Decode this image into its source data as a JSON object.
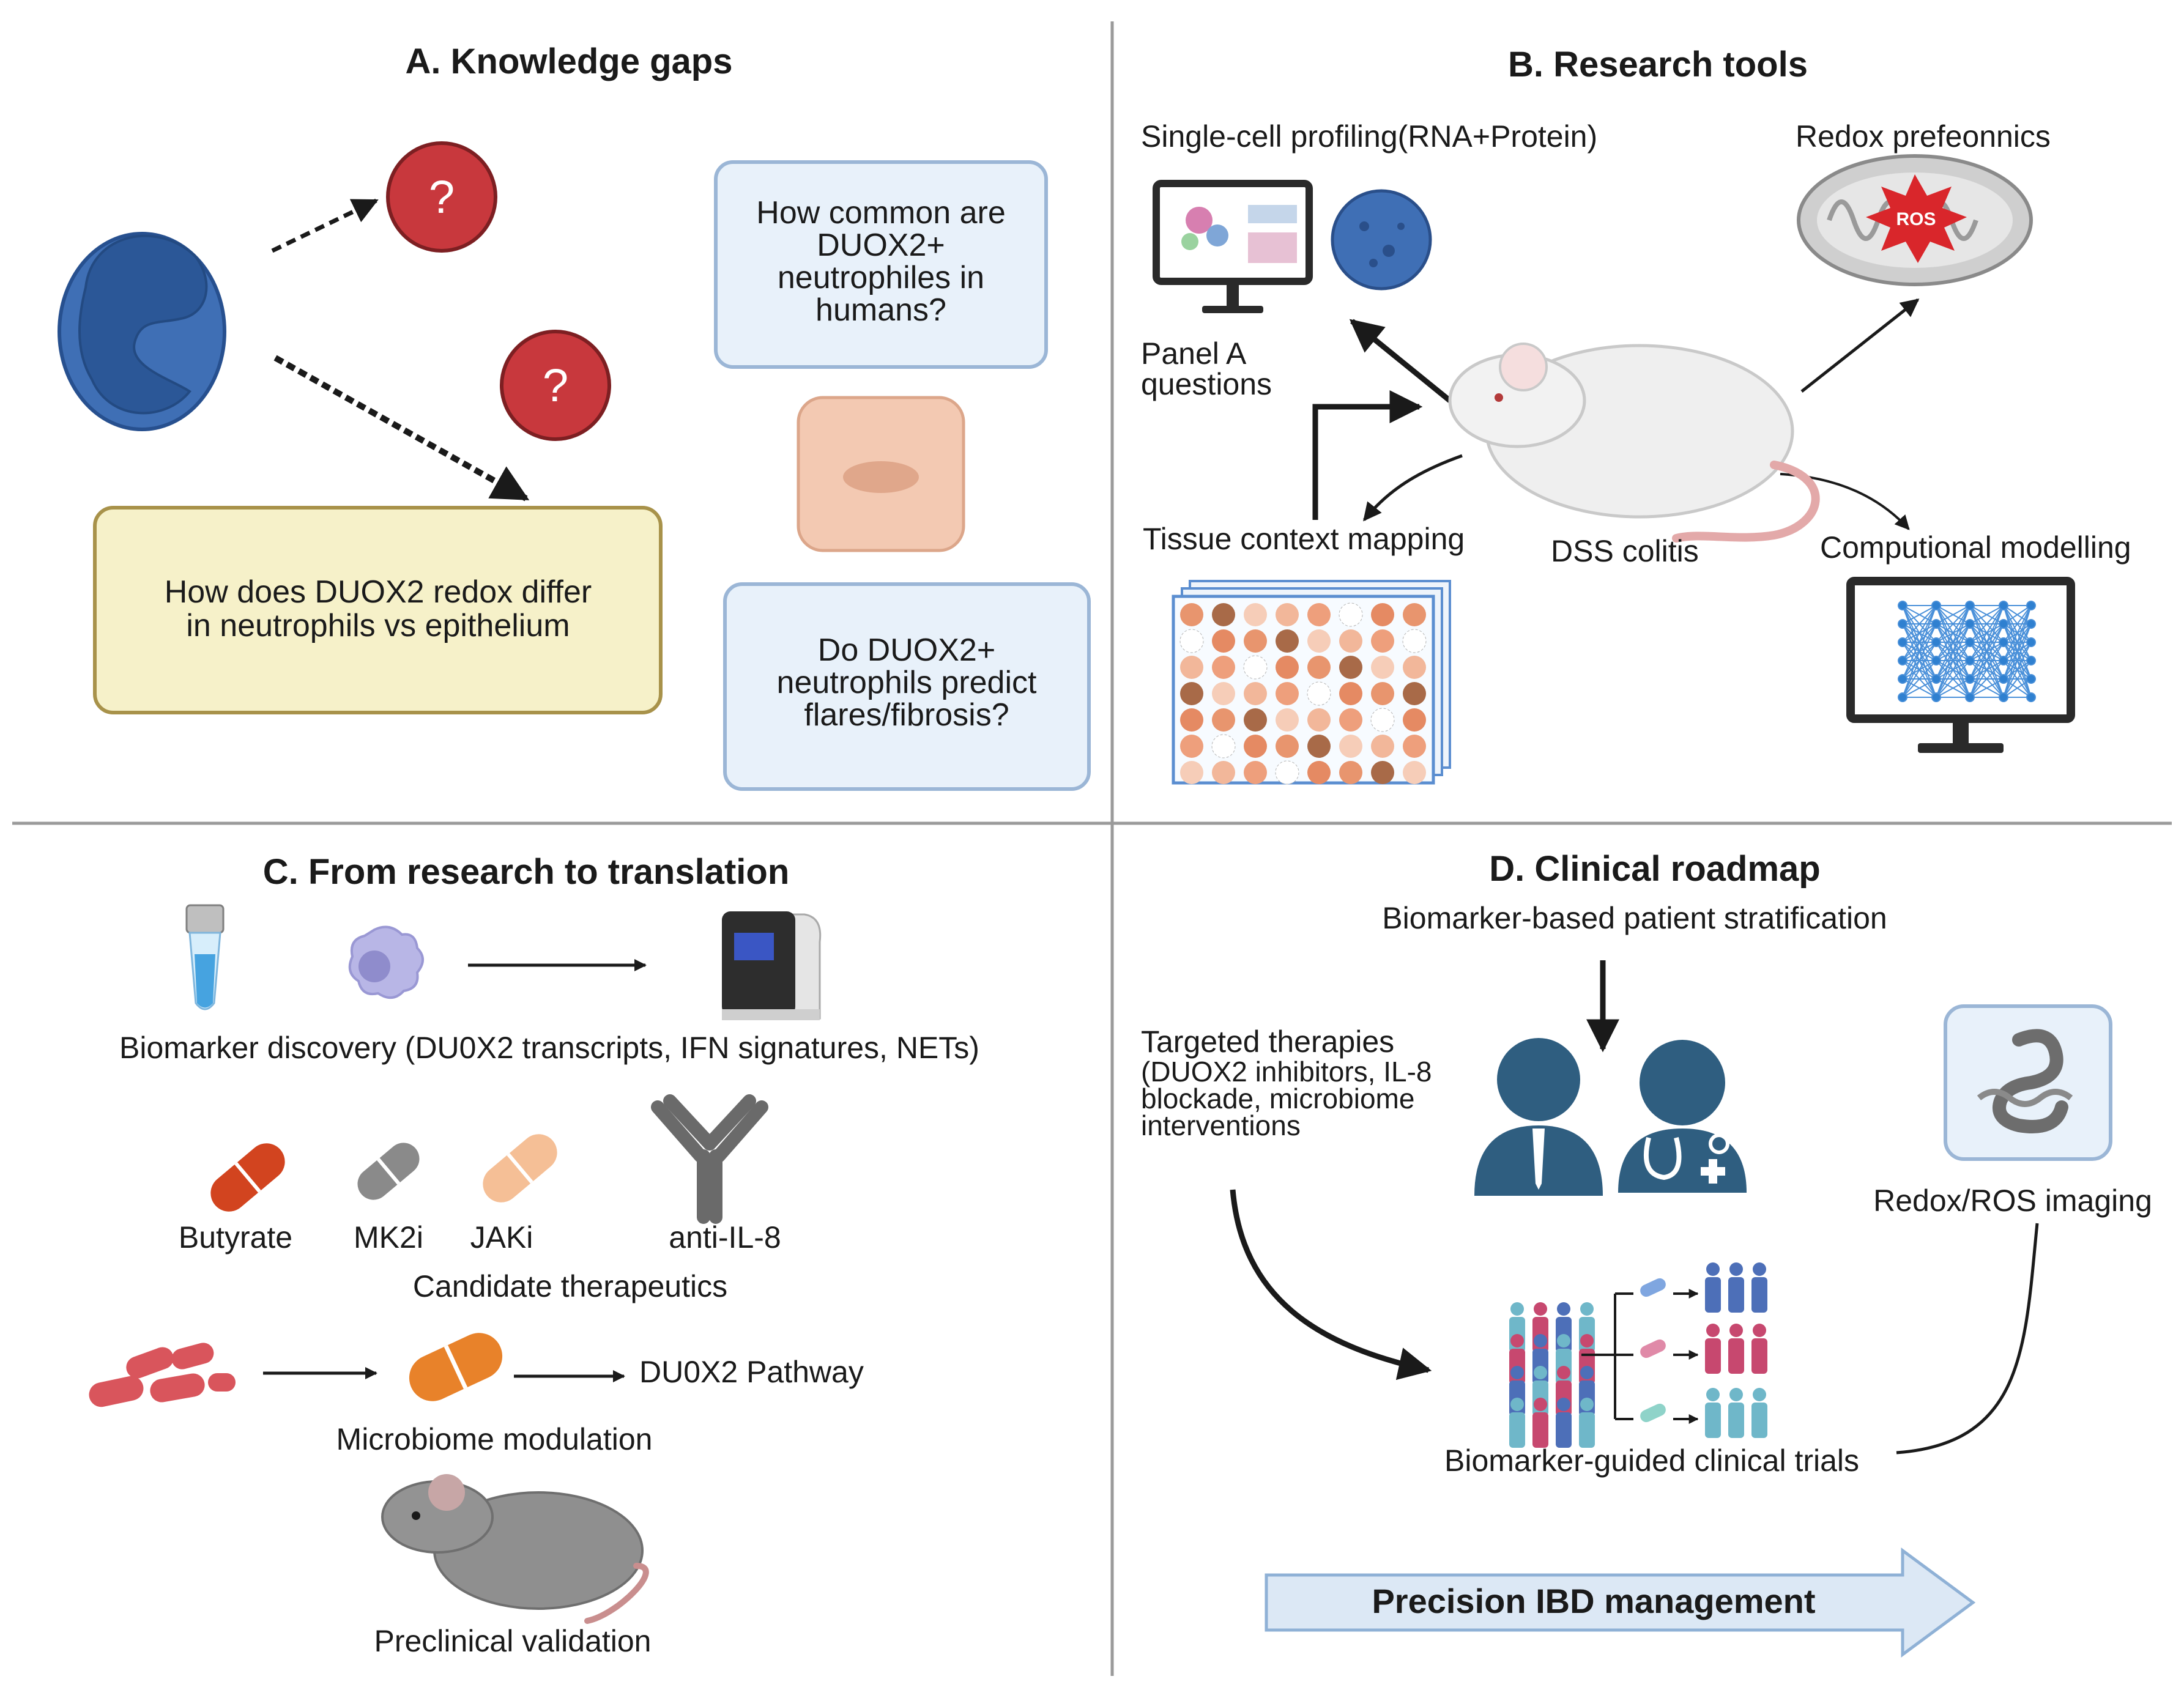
{
  "panels": {
    "a": {
      "title": "A. Knowledge gaps",
      "question_mark": "?",
      "box_main": [
        "How does DUOX2 redox differ",
        "in neutrophils vs epithelium"
      ],
      "box_common": [
        "How common are",
        "DUOX2+",
        "neutrophiles in",
        "humans?"
      ],
      "box_predict": [
        "Do DUOX2+",
        "neutrophils predict",
        "flares/fibrosis?"
      ]
    },
    "b": {
      "title": "B. Research tools",
      "single_cell": "Single-cell profiling(RNA+Protein)",
      "redox": "Redox prefeonnics",
      "ros": "ROS",
      "panel_a_q": [
        "Panel A",
        "questions"
      ],
      "tissue": "Tissue context mapping",
      "dss": "DSS colitis",
      "model": "Computional modelling"
    },
    "c": {
      "title": "C. From research to translation",
      "biomarker": "Biomarker discovery (DU0X2 transcripts, IFN signatures, NETs)",
      "drugs": [
        "Butyrate",
        "MK2i",
        "JAKi",
        "anti-IL-8"
      ],
      "candidate": "Candidate therapeutics",
      "pathway": "DU0X2 Pathway",
      "microbiome": "Microbiome modulation",
      "preclinical": "Preclinical validation"
    },
    "d": {
      "title": "D. Clinical roadmap",
      "stratification": "Biomarker-based patient stratification",
      "targeted": [
        "Targeted therapies",
        "(DUOX2 inhibitors, IL-8",
        "blockade, microbiome",
        "interventions"
      ],
      "imaging": "Redox/ROS imaging",
      "trials": "Biomarker-guided clinical trials",
      "precision": "Precision IBD management"
    }
  },
  "colors": {
    "divider": "#9a9a9a",
    "neutrophil": "#3f6fb5",
    "question_red": "#c8383d",
    "yellow_box": "#f6f1c9",
    "blue_box": "#e8f1fa",
    "arrow_fill": "#dce8f5"
  },
  "icons": [
    "neutrophil-icon",
    "question-icon",
    "tissue-icon",
    "monitor-icon",
    "cell-icon",
    "mitochondria-icon",
    "mouse-icon",
    "well-plate-icon",
    "neural-network-icon",
    "tube-icon",
    "sequencer-icon",
    "pill-icon",
    "antibody-icon",
    "bacteria-icon",
    "patient-icon",
    "doctor-icon",
    "stomach-icon",
    "people-group-icon"
  ]
}
